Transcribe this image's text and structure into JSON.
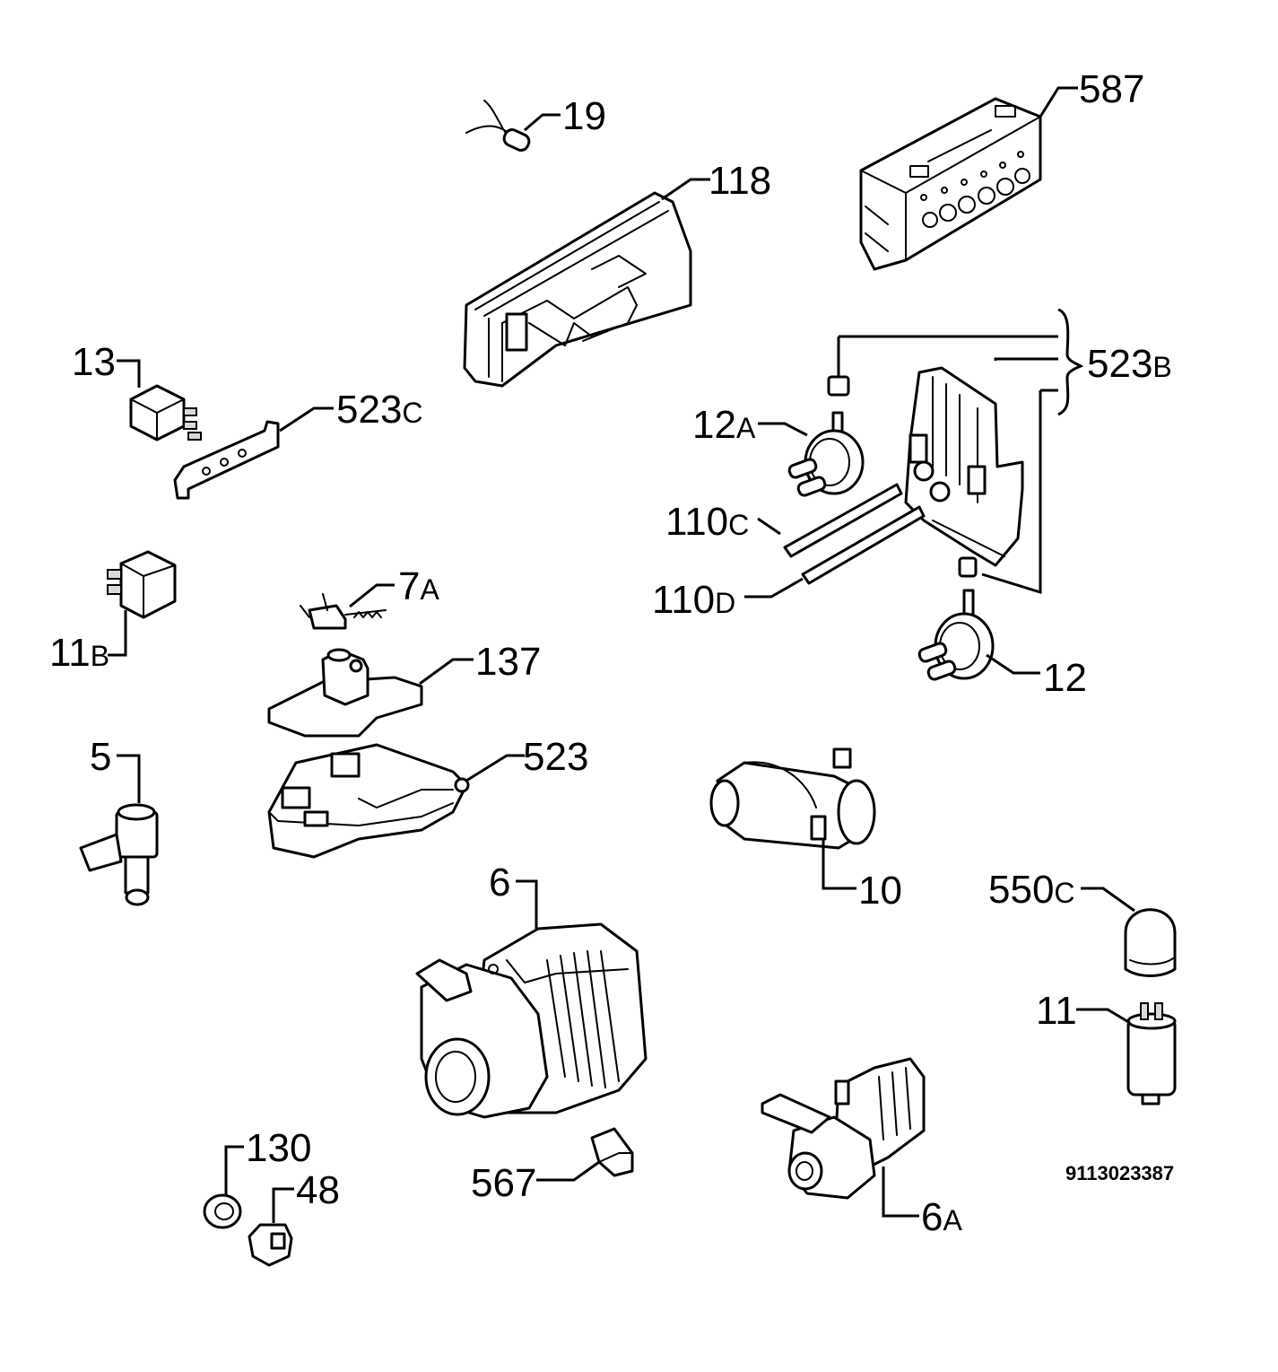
{
  "diagram": {
    "labels": {
      "p19": {
        "num": "19",
        "suffix": ""
      },
      "p587": {
        "num": "587",
        "suffix": ""
      },
      "p118": {
        "num": "118",
        "suffix": ""
      },
      "p13": {
        "num": "13",
        "suffix": ""
      },
      "p523c": {
        "num": "523",
        "suffix": "C"
      },
      "p523b": {
        "num": "523",
        "suffix": "B"
      },
      "p12a": {
        "num": "12",
        "suffix": "A"
      },
      "p110c": {
        "num": "110",
        "suffix": "C"
      },
      "p110d": {
        "num": "110",
        "suffix": "D"
      },
      "p7a": {
        "num": "7",
        "suffix": "A"
      },
      "p11b": {
        "num": "11",
        "suffix": "B"
      },
      "p137": {
        "num": "137",
        "suffix": ""
      },
      "p12": {
        "num": "12",
        "suffix": ""
      },
      "p5": {
        "num": "5",
        "suffix": ""
      },
      "p523": {
        "num": "523",
        "suffix": ""
      },
      "p6": {
        "num": "6",
        "suffix": ""
      },
      "p10": {
        "num": "10",
        "suffix": ""
      },
      "p550c": {
        "num": "550",
        "suffix": "C"
      },
      "p11": {
        "num": "11",
        "suffix": ""
      },
      "p130": {
        "num": "130",
        "suffix": ""
      },
      "p48": {
        "num": "48",
        "suffix": ""
      },
      "p567": {
        "num": "567",
        "suffix": ""
      },
      "p6a": {
        "num": "6",
        "suffix": "A"
      }
    },
    "drawing_code": "9113023387"
  }
}
